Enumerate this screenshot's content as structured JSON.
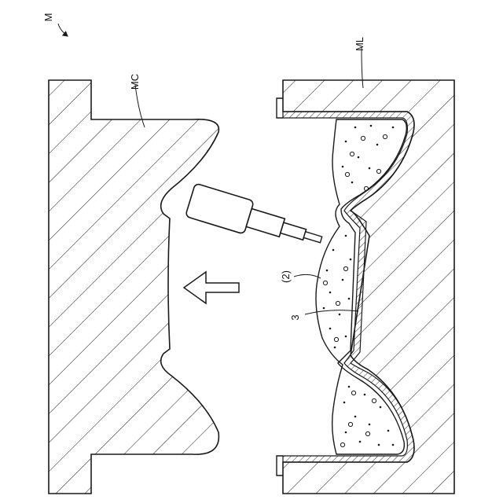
{
  "labels": {
    "assembly": "M",
    "upper_mold": "MC",
    "lower_mold": "ML",
    "ref_2": "(2)",
    "ref_3": "3"
  },
  "icons": {
    "movement_arrow": "arrow-left",
    "nozzle": "spray-nozzle"
  },
  "colors": {
    "line": "#1a1a1a",
    "background": "#ffffff"
  }
}
